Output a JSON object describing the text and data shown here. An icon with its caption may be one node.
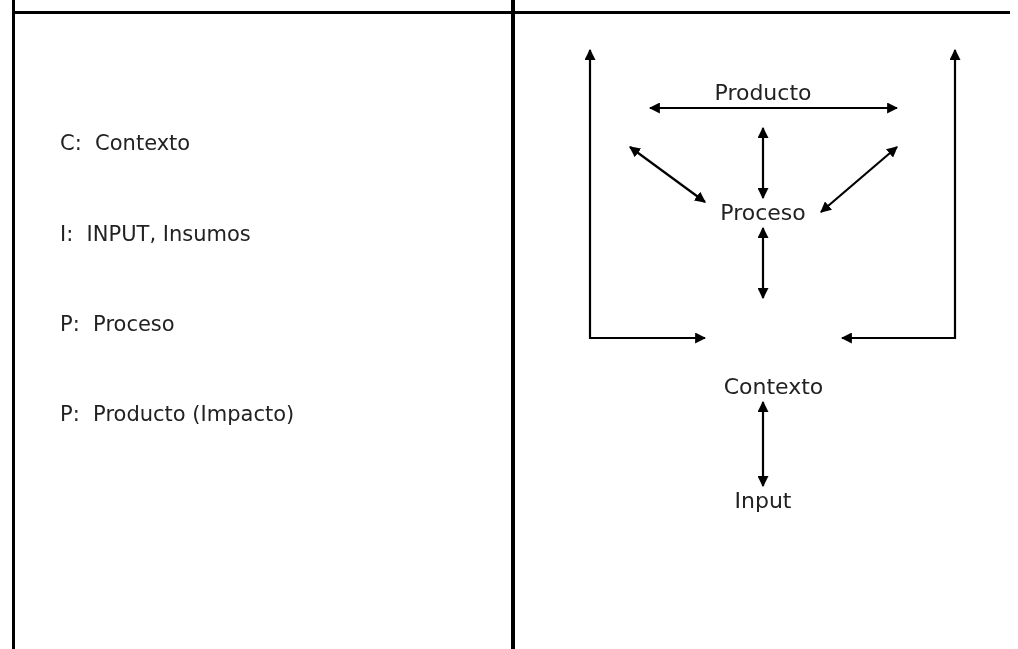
{
  "diagram": {
    "nodes": [
      {
        "text": [
          "Producto"
        ]
      },
      {
        "text": [
          "Proceso"
        ]
      },
      {
        "text": [
          "Contexto"
        ]
      },
      {
        "text": [
          "Input"
        ]
      }
    ],
    "edges": [
      {
        "from": 0,
        "to": 1,
        "arrow": "both"
      },
      {
        "from": null,
        "to": 1,
        "arrow": "both"
      },
      {
        "from": null,
        "to": 1,
        "arrow": "both"
      },
      {
        "from": 1,
        "to": null,
        "arrow": "both"
      },
      {
        "from": null,
        "to": 2,
        "arrow": "both"
      },
      {
        "from": null,
        "to": 2,
        "arrow": "both"
      },
      {
        "from": 2,
        "to": 3,
        "arrow": "both"
      }
    ],
    "labels": [
      "C:  Contexto",
      "I:  INPUT, Insumos",
      "P:  Proceso",
      "P:  Producto (Impacto)"
    ]
  }
}
